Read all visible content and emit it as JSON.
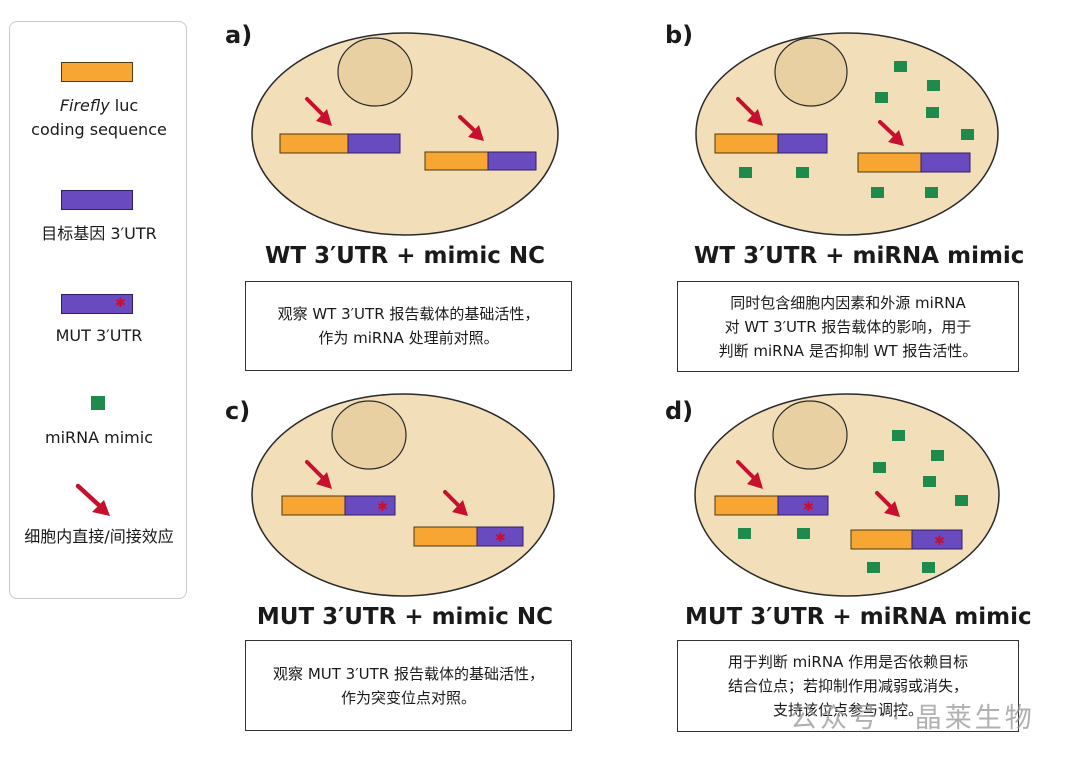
{
  "legend": {
    "items": [
      {
        "label_italic": "Firefly",
        "label_rest": " luc",
        "label_line2": "coding sequence"
      },
      {
        "label": "目标基因 3′UTR"
      },
      {
        "label": "MUT 3′UTR"
      },
      {
        "label": "miRNA mimic"
      },
      {
        "label": "细胞内直接/间接效应"
      }
    ]
  },
  "panels": [
    {
      "label": "a)",
      "title": "WT 3′UTR + mimic NC",
      "desc": [
        "观察 WT 3′UTR 报告载体的基础活性，",
        "作为 miRNA 处理前对照。"
      ]
    },
    {
      "label": "b)",
      "title": "WT 3′UTR + miRNA mimic",
      "desc": [
        "同时包含细胞内因素和外源 miRNA",
        "对 WT 3′UTR 报告载体的影响，用于",
        "判断 miRNA 是否抑制 WT 报告活性。"
      ]
    },
    {
      "label": "c)",
      "title": "MUT 3′UTR + mimic NC",
      "desc": [
        "观察 MUT 3′UTR 报告载体的基础活性，",
        "作为突变位点对照。"
      ]
    },
    {
      "label": "d)",
      "title": "MUT 3′UTR + miRNA mimic",
      "desc": [
        "用于判断 miRNA 作用是否依赖目标",
        "结合位点；若抑制作用减弱或消失，",
        "支持该位点参与调控。"
      ]
    }
  ],
  "watermark": "公众号 · 晶莱生物",
  "colors": {
    "cell_fill": "#f2deb8",
    "cell_stroke": "#2a2a2a",
    "nucleus_fill": "#e8d0a2",
    "luc_orange": "#f7a533",
    "utr_purple": "#6a4bbf",
    "mutation_star": "#c8102e",
    "mimic_green": "#1e8a4c",
    "arrow_red": "#c8102e"
  }
}
